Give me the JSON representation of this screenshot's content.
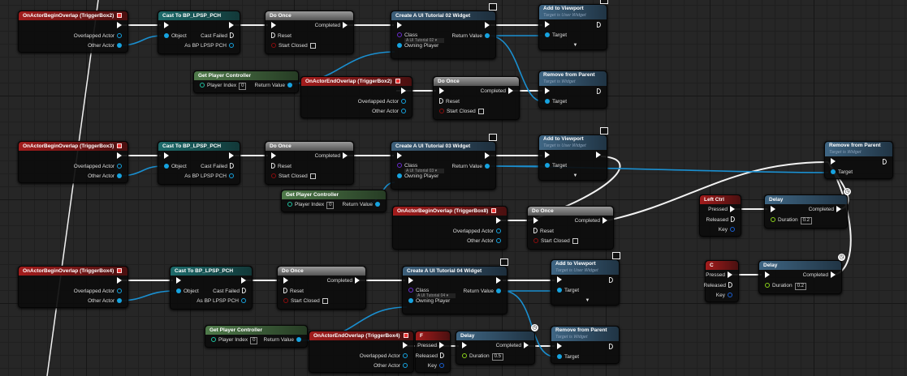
{
  "colors": {
    "exec": "#ffffff",
    "object": "#16a3e0",
    "class": "#6a2bd0",
    "bool": "#8a0d0d",
    "int": "#1fc2a0",
    "float": "#8bd31a",
    "event_header": "#a31c1c",
    "background": "#262626"
  },
  "nodes": [
    {
      "title": "OnActorBeginOverlap (TriggerBox2)",
      "kind": "event",
      "close": true,
      "left": [],
      "right": [
        {
          "pin": "exec"
        },
        {
          "label": "Overlapped Actor",
          "pin": "objh"
        },
        {
          "label": "Other Actor",
          "pin": "obj"
        }
      ]
    },
    {
      "title": "Cast To BP_LPSP_PCH",
      "kind": "cast",
      "left": [
        {
          "pin": "exec"
        },
        {
          "label": "Object",
          "pin": "obj"
        }
      ],
      "right": [
        {
          "pin": "exec"
        },
        {
          "label": "Cast Failed",
          "pin": "exech"
        },
        {
          "label": "As BP LPSP PCH",
          "pin": "objh"
        }
      ]
    },
    {
      "title": "Do Once",
      "kind": "macro",
      "left": [
        {
          "pin": "exec"
        },
        {
          "label": "Reset",
          "pin": "exech"
        },
        {
          "label": "Start Closed",
          "pin": "bool",
          "check": true
        }
      ],
      "right": [
        {
          "label": "Completed",
          "pin": "exec"
        }
      ]
    },
    {
      "title": "Create A UI Tutorial 02 Widget",
      "kind": "create",
      "monitor": true,
      "left": [
        {
          "pin": "exec"
        },
        {
          "label": "Class",
          "pin": "class",
          "select": "A UI Tutorial 02 ▾"
        },
        {
          "label": "Owning Player",
          "pin": "obj"
        }
      ],
      "right": [
        {
          "pin": "exec"
        },
        {
          "label": "Return Value",
          "pin": "obj"
        }
      ]
    },
    {
      "title": "Add to Viewport",
      "subtitle": "Target is User Widget",
      "kind": "func",
      "monitor": true,
      "arrow": true,
      "left": [
        {
          "pin": "exec"
        },
        {
          "label": "Target",
          "pin": "obj"
        }
      ],
      "right": [
        {
          "pin": "exech"
        }
      ]
    },
    {
      "title": "Get Player Controller",
      "kind": "pure",
      "left": [
        {
          "label": "Player Index",
          "pin": "int",
          "value": "0"
        }
      ],
      "right": [
        {
          "label": "Return Value",
          "pin": "obj"
        }
      ]
    },
    {
      "title": "OnActorEndOverlap (TriggerBox2)",
      "kind": "event",
      "close": true,
      "left": [],
      "right": [
        {
          "pin": "exec"
        },
        {
          "label": "Overlapped Actor",
          "pin": "objh"
        },
        {
          "label": "Other Actor",
          "pin": "objh"
        }
      ]
    },
    {
      "title": "Do Once",
      "kind": "macro",
      "left": [
        {
          "pin": "exec"
        },
        {
          "label": "Reset",
          "pin": "exech"
        },
        {
          "label": "Start Closed",
          "pin": "bool",
          "check": true
        }
      ],
      "right": [
        {
          "label": "Completed",
          "pin": "exec"
        }
      ]
    },
    {
      "title": "Remove from Parent",
      "subtitle": "Target is Widget",
      "kind": "func",
      "left": [
        {
          "pin": "exec"
        },
        {
          "label": "Target",
          "pin": "obj"
        }
      ],
      "right": [
        {
          "pin": "exech"
        }
      ]
    },
    {
      "title": "OnActorBeginOverlap (TriggerBox3)",
      "kind": "event",
      "close": true,
      "left": [],
      "right": [
        {
          "pin": "exec"
        },
        {
          "label": "Overlapped Actor",
          "pin": "objh"
        },
        {
          "label": "Other Actor",
          "pin": "obj"
        }
      ]
    },
    {
      "title": "Cast To BP_LPSP_PCH",
      "kind": "cast",
      "left": [
        {
          "pin": "exec"
        },
        {
          "label": "Object",
          "pin": "obj"
        }
      ],
      "right": [
        {
          "pin": "exec"
        },
        {
          "label": "Cast Failed",
          "pin": "exech"
        },
        {
          "label": "As BP LPSP PCH",
          "pin": "objh"
        }
      ]
    },
    {
      "title": "Do Once",
      "kind": "macro",
      "left": [
        {
          "pin": "exec"
        },
        {
          "label": "Reset",
          "pin": "exech"
        },
        {
          "label": "Start Closed",
          "pin": "bool",
          "check": true
        }
      ],
      "right": [
        {
          "label": "Completed",
          "pin": "exec"
        }
      ]
    },
    {
      "title": "Create A UI Tutorial 03 Widget",
      "kind": "create",
      "monitor": true,
      "left": [
        {
          "pin": "exec"
        },
        {
          "label": "Class",
          "pin": "class",
          "select": "A UI Tutorial 03 ▾"
        },
        {
          "label": "Owning Player",
          "pin": "obj"
        }
      ],
      "right": [
        {
          "pin": "exec"
        },
        {
          "label": "Return Value",
          "pin": "obj"
        }
      ]
    },
    {
      "title": "Add to Viewport",
      "subtitle": "Target is User Widget",
      "kind": "func",
      "monitor": true,
      "arrow": true,
      "left": [
        {
          "pin": "exec"
        },
        {
          "label": "Target",
          "pin": "obj"
        }
      ],
      "right": [
        {
          "pin": "exec"
        }
      ]
    },
    {
      "title": "Remove from Parent",
      "subtitle": "Target is Widget",
      "kind": "func",
      "left": [
        {
          "pin": "exec"
        },
        {
          "label": "Target",
          "pin": "obj"
        }
      ],
      "right": [
        {
          "pin": "exech"
        }
      ]
    },
    {
      "title": "Get Player Controller",
      "kind": "pure",
      "left": [
        {
          "label": "Player Index",
          "pin": "int",
          "value": "0"
        }
      ],
      "right": [
        {
          "label": "Return Value",
          "pin": "obj"
        }
      ]
    },
    {
      "title": "OnActorBeginOverlap (TriggerBox8)",
      "kind": "event",
      "close": true,
      "left": [],
      "right": [
        {
          "pin": "exec"
        },
        {
          "label": "Overlapped Actor",
          "pin": "objh"
        },
        {
          "label": "Other Actor",
          "pin": "objh"
        }
      ]
    },
    {
      "title": "Do Once",
      "kind": "macro",
      "left": [
        {
          "pin": "exec"
        },
        {
          "label": "Reset",
          "pin": "exech"
        },
        {
          "label": "Start Closed",
          "pin": "bool",
          "check": true
        }
      ],
      "right": [
        {
          "label": "Completed",
          "pin": "exec"
        }
      ]
    },
    {
      "title": "Left Ctrl",
      "kind": "key",
      "left": [],
      "right": [
        {
          "label": "Pressed",
          "pin": "exec"
        },
        {
          "label": "Released",
          "pin": "exech"
        },
        {
          "label": "Key",
          "pin": "key"
        }
      ]
    },
    {
      "title": "Delay",
      "kind": "func",
      "clock": true,
      "left": [
        {
          "pin": "exec"
        },
        {
          "label": "Duration",
          "pin": "float",
          "value": "0.2"
        }
      ],
      "right": [
        {
          "label": "Completed",
          "pin": "exec"
        }
      ]
    },
    {
      "title": "C",
      "kind": "key",
      "left": [],
      "right": [
        {
          "label": "Pressed",
          "pin": "exec"
        },
        {
          "label": "Released",
          "pin": "exech"
        },
        {
          "label": "Key",
          "pin": "key"
        }
      ]
    },
    {
      "title": "Delay",
      "kind": "func",
      "clock": true,
      "left": [
        {
          "pin": "exec"
        },
        {
          "label": "Duration",
          "pin": "float",
          "value": "0.2"
        }
      ],
      "right": [
        {
          "label": "Completed",
          "pin": "exec"
        }
      ]
    },
    {
      "title": "OnActorBeginOverlap (TriggerBox4)",
      "kind": "event",
      "close": true,
      "left": [],
      "right": [
        {
          "pin": "exec"
        },
        {
          "label": "Overlapped Actor",
          "pin": "objh"
        },
        {
          "label": "Other Actor",
          "pin": "obj"
        }
      ]
    },
    {
      "title": "Cast To BP_LPSP_PCH",
      "kind": "cast",
      "left": [
        {
          "pin": "exec"
        },
        {
          "label": "Object",
          "pin": "obj"
        }
      ],
      "right": [
        {
          "pin": "exec"
        },
        {
          "label": "Cast Failed",
          "pin": "exech"
        },
        {
          "label": "As BP LPSP PCH",
          "pin": "objh"
        }
      ]
    },
    {
      "title": "Do Once",
      "kind": "macro",
      "left": [
        {
          "pin": "exec"
        },
        {
          "label": "Reset",
          "pin": "exech"
        },
        {
          "label": "Start Closed",
          "pin": "bool",
          "check": true
        }
      ],
      "right": [
        {
          "label": "Completed",
          "pin": "exec"
        }
      ]
    },
    {
      "title": "Create A UI Tutorial 04 Widget",
      "kind": "create",
      "monitor": true,
      "left": [
        {
          "pin": "exec"
        },
        {
          "label": "Class",
          "pin": "class",
          "select": "A UI Tutorial 04 ▾"
        },
        {
          "label": "Owning Player",
          "pin": "obj"
        }
      ],
      "right": [
        {
          "pin": "exec"
        },
        {
          "label": "Return Value",
          "pin": "obj"
        }
      ]
    },
    {
      "title": "Add to Viewport",
      "subtitle": "Target is User Widget",
      "kind": "func",
      "monitor": true,
      "arrow": true,
      "left": [
        {
          "pin": "exec"
        },
        {
          "label": "Target",
          "pin": "obj"
        }
      ],
      "right": [
        {
          "pin": "exech"
        }
      ]
    },
    {
      "title": "Get Player Controller",
      "kind": "pure",
      "left": [
        {
          "label": "Player Index",
          "pin": "int",
          "value": "0"
        }
      ],
      "right": [
        {
          "label": "Return Value",
          "pin": "obj"
        }
      ]
    },
    {
      "title": "OnActorEndOverlap (TriggerBox4)",
      "kind": "event",
      "close": true,
      "left": [],
      "right": [
        {
          "pin": "exec"
        },
        {
          "label": "Overlapped Actor",
          "pin": "objh"
        },
        {
          "label": "Other Actor",
          "pin": "objh"
        }
      ]
    },
    {
      "title": "F",
      "kind": "key",
      "left": [],
      "right": [
        {
          "label": "Pressed",
          "pin": "exec"
        },
        {
          "label": "Released",
          "pin": "exech"
        },
        {
          "label": "Key",
          "pin": "key"
        }
      ]
    },
    {
      "title": "Delay",
      "kind": "func",
      "clock": true,
      "left": [
        {
          "pin": "exec"
        },
        {
          "label": "Duration",
          "pin": "float",
          "value": "0.5"
        }
      ],
      "right": [
        {
          "label": "Completed",
          "pin": "exec"
        }
      ]
    },
    {
      "title": "Remove from Parent",
      "subtitle": "Target is Widget",
      "kind": "func",
      "left": [
        {
          "pin": "exec"
        },
        {
          "label": "Target",
          "pin": "obj"
        }
      ],
      "right": [
        {
          "pin": "exech"
        }
      ]
    }
  ]
}
